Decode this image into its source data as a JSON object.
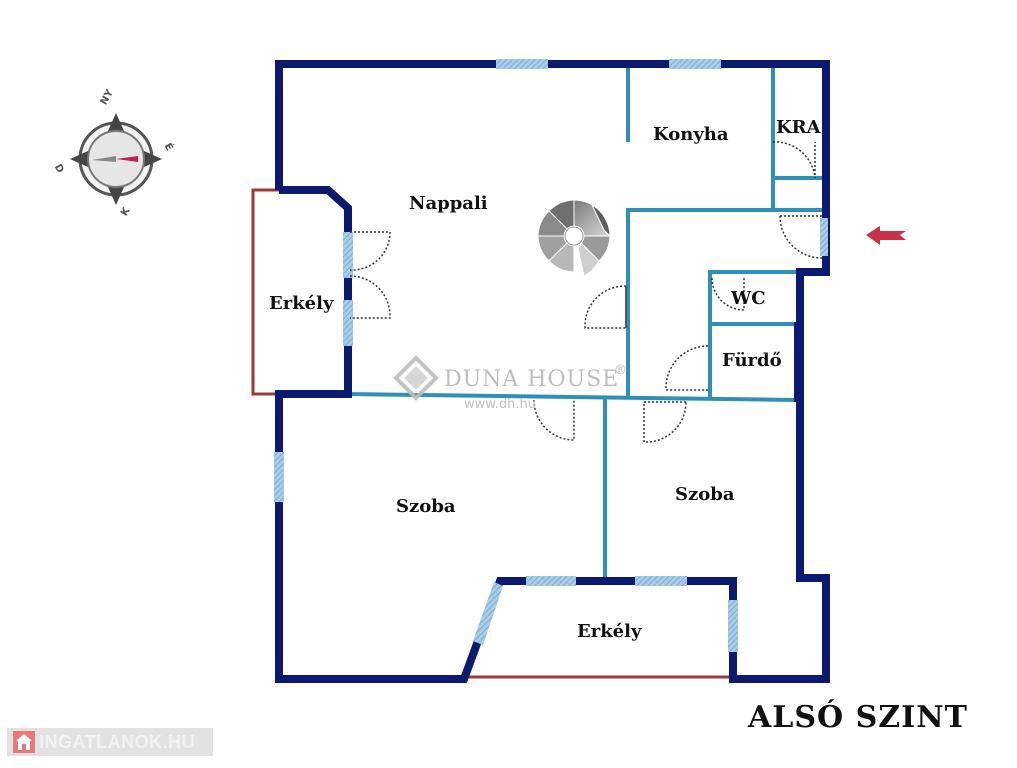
{
  "rooms": {
    "nappali": "Nappali",
    "konyha": "Konyha",
    "kra": "KRA",
    "erkely_left": "Erkély",
    "wc": "WC",
    "furdo": "Fürdő",
    "szoba_left": "Szoba",
    "szoba_right": "Szoba",
    "erkely_bottom": "Erkély"
  },
  "compass": {
    "north": "NY",
    "east": "É",
    "south": "K",
    "west": "D"
  },
  "watermark": {
    "brand": "DUNA HOUSE",
    "registered": "®",
    "url": "www.dh.hu"
  },
  "level_title": "ALSÓ SZINT",
  "portal": {
    "name": "INGATLANOK.HU",
    "icon": "house-icon"
  },
  "colors": {
    "outer_wall": "#0b1a6e",
    "inner_wall": "#2f8fb8",
    "balcony": "#9c3a3a",
    "window": "#9ec6e6",
    "entrance_arrow": "#c8314a"
  }
}
